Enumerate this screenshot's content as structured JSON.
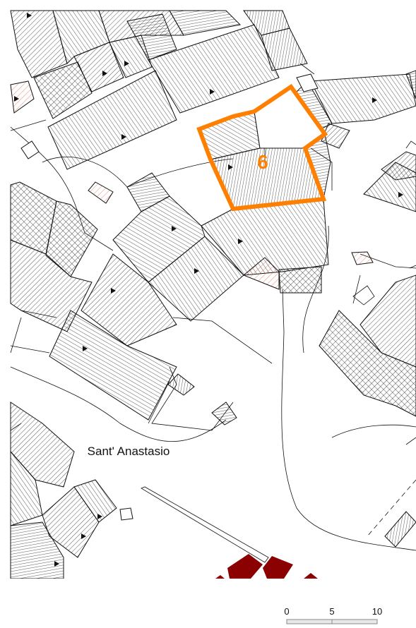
{
  "map": {
    "place_label": "Sant' Anastasio",
    "parcel_number": "6",
    "highlight_color": "#ff8000",
    "ruin_color": "#8b0000",
    "hatch_color": "#111111",
    "hatch_red_color": "#e06040",
    "marker_icon": "triangle-arrow-icon"
  },
  "scale_bar": {
    "ticks": [
      "0",
      "5",
      "10"
    ]
  }
}
